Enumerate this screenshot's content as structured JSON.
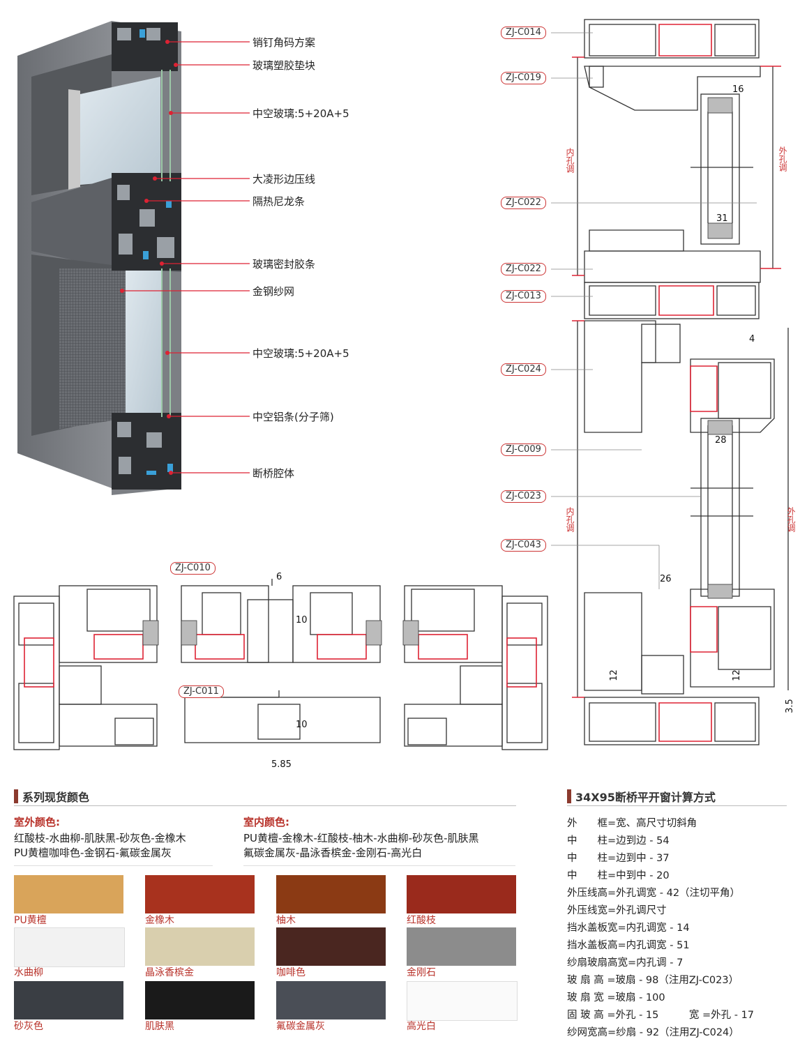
{
  "callouts": [
    "销钉角码方案",
    "玻璃塑胶垫块",
    "中空玻璃:5+20A+5",
    "大凌形边压线",
    "隔热尼龙条",
    "玻璃密封胶条",
    "金钢纱网",
    "中空玻璃:5+20A+5",
    "中空铝条(分子筛)",
    "断桥腔体"
  ],
  "right_codes": [
    "ZJ-C014",
    "ZJ-C019",
    "ZJ-C022",
    "ZJ-C022",
    "ZJ-C013",
    "ZJ-C024",
    "ZJ-C009",
    "ZJ-C023",
    "ZJ-C043"
  ],
  "bottom_codes": [
    "ZJ-C010",
    "ZJ-C011"
  ],
  "dimensions": {
    "d16": "16",
    "d31": "31",
    "d4": "4",
    "d28": "28",
    "d26": "26",
    "d12a": "12",
    "d12b": "12",
    "d35": "3.5",
    "d6": "6",
    "d10a": "10",
    "d10b": "10",
    "d585": "5.85"
  },
  "vertical_labels": {
    "inner1": "内孔调",
    "outer1": "外孔调",
    "inner2": "内孔调",
    "outer2": "外孔调"
  },
  "colors_section": {
    "title": "系列现货颜色",
    "outer_title": "室外颜色:",
    "outer_line1": "红酸枝-水曲柳-肌肤黑-砂灰色-金橡木",
    "outer_line2": "PU黄檀咖啡色-金钢石-氟碳金属灰",
    "inner_title": "室内颜色:",
    "inner_line1": "PU黄檀-金橡木-红酸枝-柚木-水曲柳-砂灰色-肌肤黑",
    "inner_line2": "氟碳金属灰-晶泳香槟金-金刚石-高光白",
    "swatches": [
      {
        "label": "PU黄檀",
        "color": "#d9a45a"
      },
      {
        "label": "金橡木",
        "color": "#a8321e"
      },
      {
        "label": "柚木",
        "color": "#8b3a14"
      },
      {
        "label": "红酸枝",
        "color": "#9a2a1c"
      },
      {
        "label": "水曲柳",
        "color": "#f2f2f2"
      },
      {
        "label": "晶泳香槟金",
        "color": "#d9cfae"
      },
      {
        "label": "咖啡色",
        "color": "#4a2620"
      },
      {
        "label": "金刚石",
        "color": "#8c8c8c"
      },
      {
        "label": "砂灰色",
        "color": "#3a3e44"
      },
      {
        "label": "肌肤黑",
        "color": "#1a1a1a"
      },
      {
        "label": "氟碳金属灰",
        "color": "#4a4e56"
      },
      {
        "label": "高光白",
        "color": "#fafafa"
      }
    ]
  },
  "calc_section": {
    "title": "34X95断桥平开窗计算方式",
    "rows": [
      "外　　框=宽、高尺寸切斜角",
      "中　　柱=边到边 - 54",
      "中　　柱=边到中 - 37",
      "中　　柱=中到中 - 20",
      "外压线高=外孔调宽 - 42（注切平角）",
      "外压线宽=外孔调尺寸",
      "挡水盖板宽=内孔调宽 - 14",
      "挡水盖板高=内孔调宽 - 51",
      "纱扇玻扇高宽=内孔调 - 7",
      "玻 扇 高 =玻扇 - 98（注用ZJ-C023）",
      "玻 扇 宽 =玻扇 - 100",
      "固 玻 高 =外孔 - 15　　　宽 =外孔 - 17",
      "纱网宽高=纱扇 - 92（注用ZJ-C024）"
    ]
  }
}
